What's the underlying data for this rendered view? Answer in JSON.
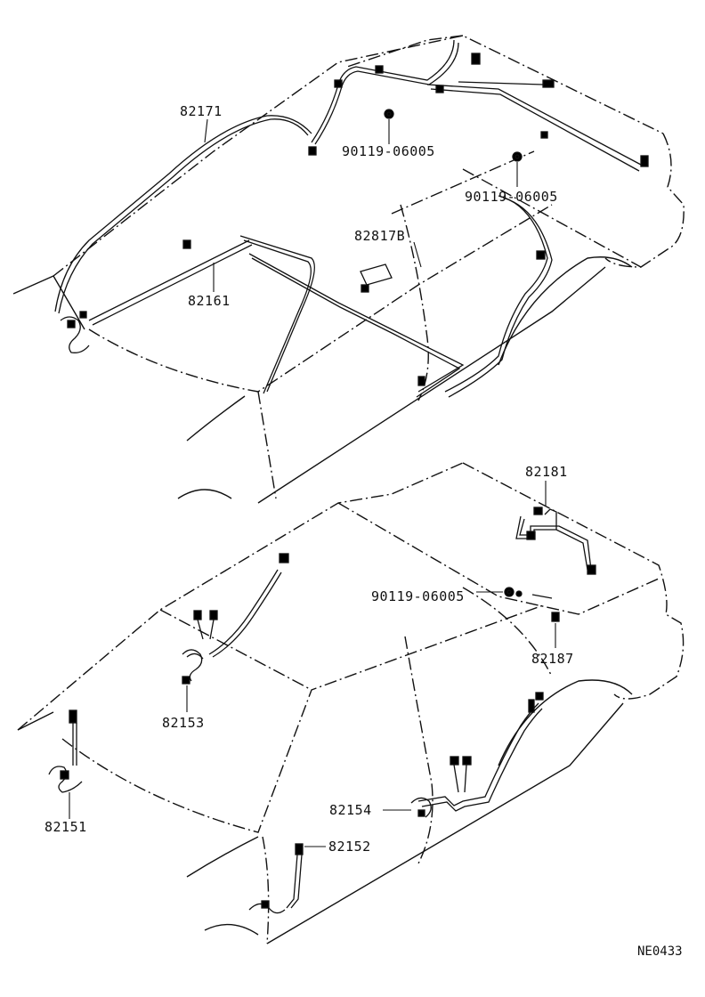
{
  "diagram": {
    "line_color": "#111111",
    "background": "#ffffff",
    "top_view": {
      "callouts": {
        "c82171": "82171",
        "c90119_a": "90119-06005",
        "c90119_b": "90119-06005",
        "c82817b": "82817B",
        "c82161": "82161"
      }
    },
    "bottom_view": {
      "callouts": {
        "c82181": "82181",
        "c90119_c": "90119-06005",
        "c82187": "82187",
        "c82153": "82153",
        "c82151": "82151",
        "c82154": "82154",
        "c82152": "82152"
      }
    },
    "reference_code": "NE0433"
  }
}
